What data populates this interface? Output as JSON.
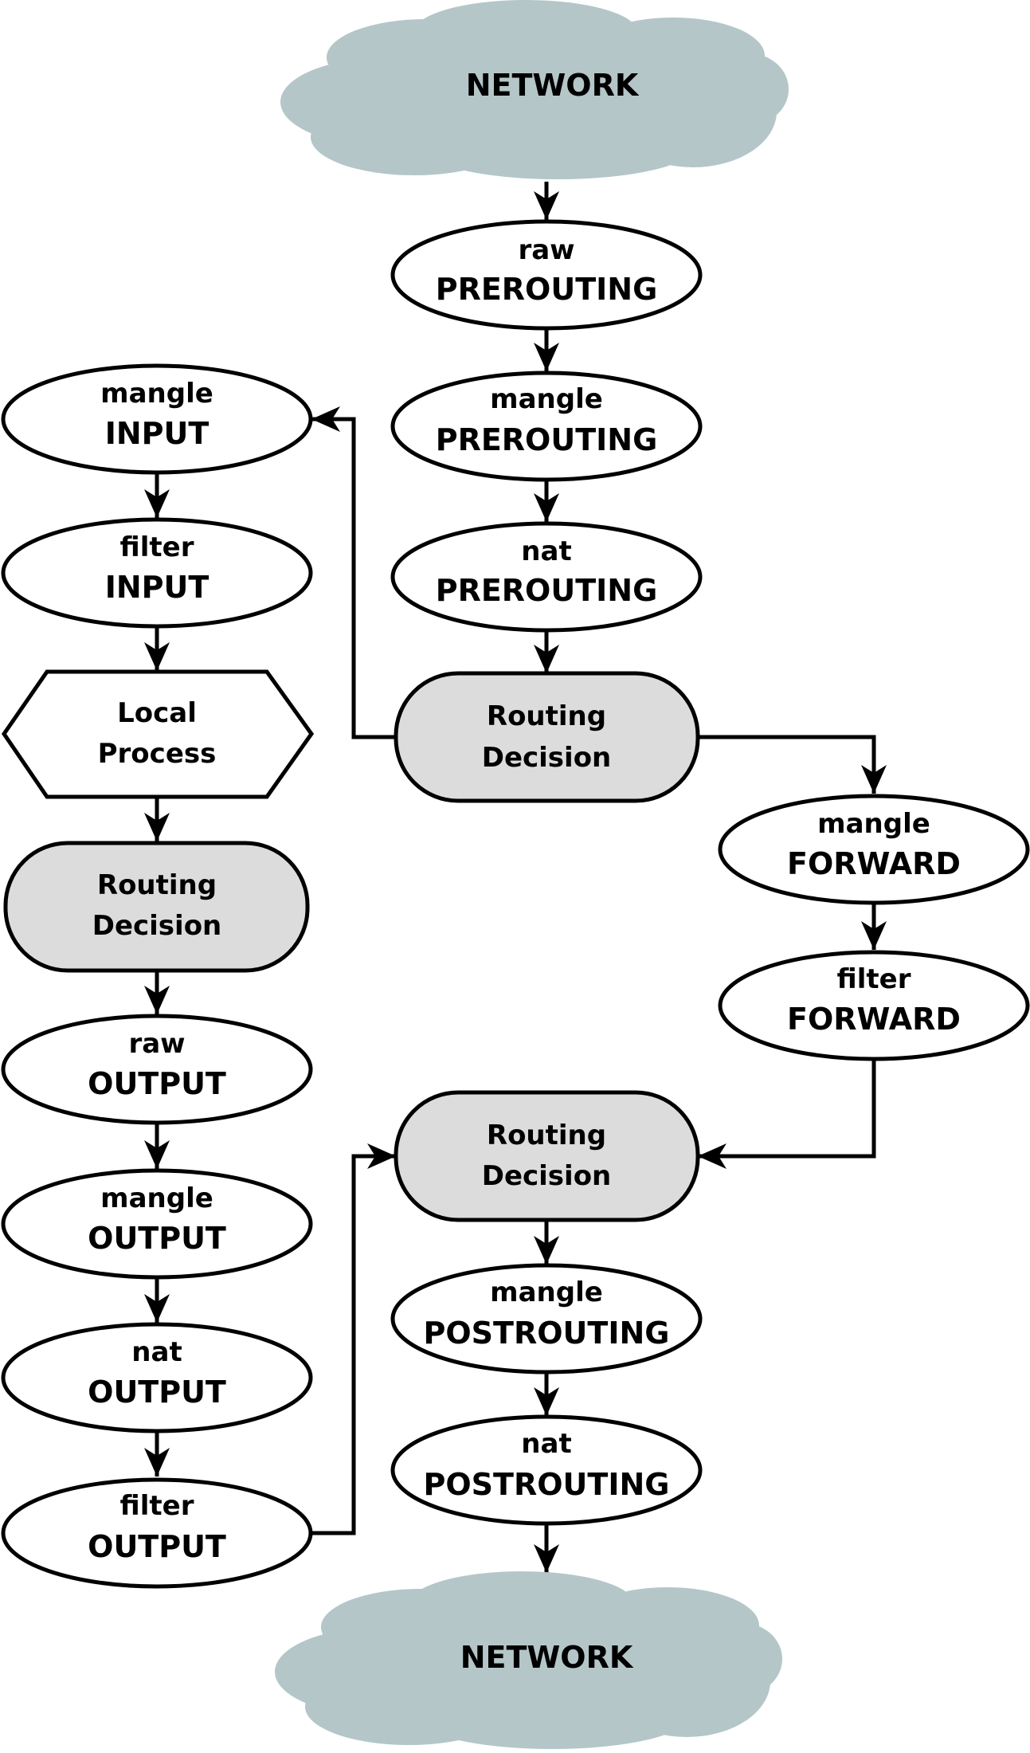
{
  "colors": {
    "cloud_fill": "#b4c6c8",
    "routing_fill": "#dcdcdc",
    "node_fill": "#ffffff",
    "line": "#000000"
  },
  "network_top": {
    "label": "NETWORK"
  },
  "network_bottom": {
    "label": "NETWORK"
  },
  "prerouting_chain": {
    "raw": {
      "table": "raw",
      "chain": "PREROUTING"
    },
    "mangle": {
      "table": "mangle",
      "chain": "PREROUTING"
    },
    "nat": {
      "table": "nat",
      "chain": "PREROUTING"
    }
  },
  "routing_top": {
    "line1": "Routing",
    "line2": "Decision"
  },
  "input_chain": {
    "mangle": {
      "table": "mangle",
      "chain": "INPUT"
    },
    "filter": {
      "table": "filter",
      "chain": "INPUT"
    }
  },
  "local_process": {
    "line1": "Local",
    "line2": "Process"
  },
  "routing_local": {
    "line1": "Routing",
    "line2": "Decision"
  },
  "output_chain": {
    "raw": {
      "table": "raw",
      "chain": "OUTPUT"
    },
    "mangle": {
      "table": "mangle",
      "chain": "OUTPUT"
    },
    "nat": {
      "table": "nat",
      "chain": "OUTPUT"
    },
    "filter": {
      "table": "filter",
      "chain": "OUTPUT"
    }
  },
  "forward_chain": {
    "mangle": {
      "table": "mangle",
      "chain": "FORWARD"
    },
    "filter": {
      "table": "filter",
      "chain": "FORWARD"
    }
  },
  "routing_bottom": {
    "line1": "Routing",
    "line2": "Decision"
  },
  "postrouting_chain": {
    "mangle": {
      "table": "mangle",
      "chain": "POSTROUTING"
    },
    "nat": {
      "table": "nat",
      "chain": "POSTROUTING"
    }
  }
}
